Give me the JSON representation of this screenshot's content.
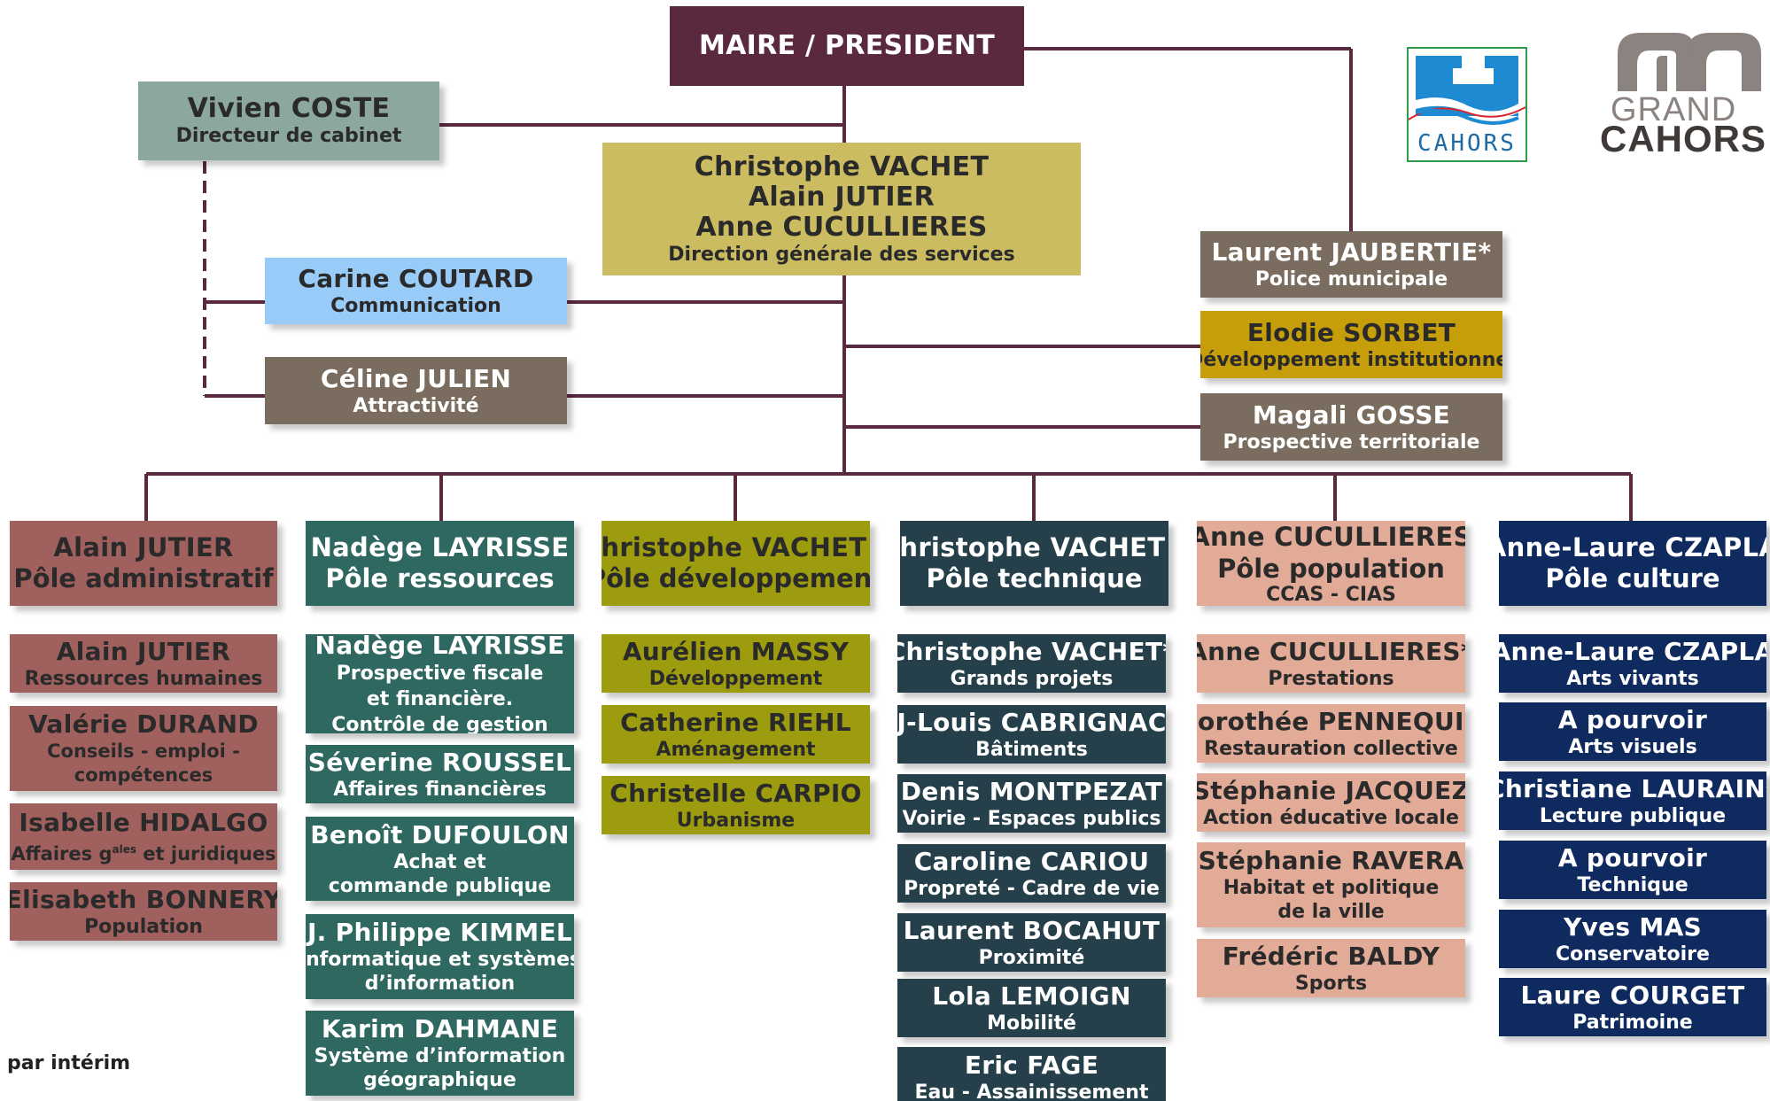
{
  "colors": {
    "maire": "#5a2940",
    "coste": "#8ba79f",
    "dgs": "#cbbc62",
    "coutard": "#99cbf8",
    "taupe": "#7a6d5f",
    "sorbet": "#c69e0a",
    "admin": "#a0605e",
    "ressources": "#2e6861",
    "dev": "#9c9c0e",
    "tech": "#25404b",
    "pop": "#e2ab98",
    "culture": "#0f2a5e",
    "line": "#5a2940"
  },
  "maire": {
    "name": "MAIRE / PRESIDENT"
  },
  "coste": {
    "name": "Vivien COSTE",
    "role": "Directeur de cabinet"
  },
  "dgs": {
    "line1": "Christophe VACHET",
    "line2": "Alain JUTIER",
    "line3": "Anne CUCULLIERES",
    "role": "Direction générale des services"
  },
  "coutard": {
    "name": "Carine COUTARD",
    "role": "Communication"
  },
  "julien": {
    "name": "Céline JULIEN",
    "role": "Attractivité"
  },
  "jaubertie": {
    "name": "Laurent JAUBERTIE*",
    "role": "Police municipale"
  },
  "sorbet": {
    "name": "Elodie SORBET",
    "role": "Développement institutionnel"
  },
  "gosse": {
    "name": "Magali GOSSE",
    "role": "Prospective territoriale"
  },
  "logos": {
    "cahors": "CAHORS",
    "grand": "GRAND",
    "grand_cahors": "CAHORS"
  },
  "poles": [
    {
      "name": "Alain JUTIER",
      "role": "Pôle administratif"
    },
    {
      "name": "Nadège LAYRISSE",
      "role": "Pôle ressources"
    },
    {
      "name": "Christophe VACHET *",
      "role": "Pôle développement"
    },
    {
      "name": "Christophe VACHET *",
      "role": "Pôle technique"
    },
    {
      "name": "Anne CUCULLIERES",
      "role": "Pôle population",
      "sub": "CCAS - CIAS"
    },
    {
      "name": "Anne-Laure CZAPLA",
      "role": "Pôle culture"
    }
  ],
  "admin": [
    {
      "name": "Alain JUTIER",
      "role": "Ressources humaines"
    },
    {
      "name": "Valérie DURAND",
      "role": "Conseils - emploi -",
      "role2": "compétences"
    },
    {
      "name": "Isabelle HIDALGO",
      "role_a": "Affaires g",
      "role_sup": "ales",
      "role_b": " et juridiques"
    },
    {
      "name": "Elisabeth BONNERY",
      "role": "Population"
    }
  ],
  "ressources": [
    {
      "name": "Nadège LAYRISSE",
      "role": "Prospective fiscale",
      "role2": "et financière.",
      "role3": "Contrôle de gestion"
    },
    {
      "name": "Séverine ROUSSEL",
      "role": "Affaires financières"
    },
    {
      "name": "Benoît DUFOULON",
      "role": "Achat et",
      "role2": "commande publique"
    },
    {
      "name": "J. Philippe KIMMEL",
      "role": "Informatique et systèmes",
      "role2": "d’information"
    },
    {
      "name": "Karim DAHMANE",
      "role": "Système d’information",
      "role2": "géographique"
    }
  ],
  "dev": [
    {
      "name": "Aurélien MASSY",
      "role": "Développement"
    },
    {
      "name": "Catherine RIEHL",
      "role": "Aménagement"
    },
    {
      "name": "Christelle CARPIO",
      "role": "Urbanisme"
    }
  ],
  "tech": [
    {
      "name": "Christophe VACHET*",
      "role": "Grands projets"
    },
    {
      "name": "J-Louis CABRIGNAC",
      "role": "Bâtiments"
    },
    {
      "name": "Denis MONTPEZAT",
      "role": "Voirie - Espaces publics"
    },
    {
      "name": "Caroline CARIOU",
      "role": "Propreté - Cadre de vie"
    },
    {
      "name": "Laurent BOCAHUT",
      "role": "Proximité"
    },
    {
      "name": "Lola LEMOIGN",
      "role": "Mobilité"
    },
    {
      "name": "Eric FAGE",
      "role": "Eau - Assainissement"
    }
  ],
  "pop": [
    {
      "name": "Anne CUCULLIERES*",
      "role": "Prestations"
    },
    {
      "name": "Dorothée PENNEQUIN",
      "role": "Restauration collective"
    },
    {
      "name": "Stéphanie JACQUEZ",
      "role": "Action éducative locale"
    },
    {
      "name": "Stéphanie RAVERA",
      "role": "Habitat et politique",
      "role2": "de la ville"
    },
    {
      "name": "Frédéric BALDY",
      "role": "Sports"
    }
  ],
  "culture": [
    {
      "name": "Anne-Laure CZAPLA",
      "role": "Arts vivants"
    },
    {
      "name": "A pourvoir",
      "role": "Arts visuels"
    },
    {
      "name": "Christiane LAURAIN*",
      "role": "Lecture publique"
    },
    {
      "name": "A pourvoir",
      "role": "Technique"
    },
    {
      "name": "Yves MAS",
      "role": "Conservatoire"
    },
    {
      "name": "Laure COURGET",
      "role": "Patrimoine"
    }
  ],
  "footnote": "par intérim"
}
